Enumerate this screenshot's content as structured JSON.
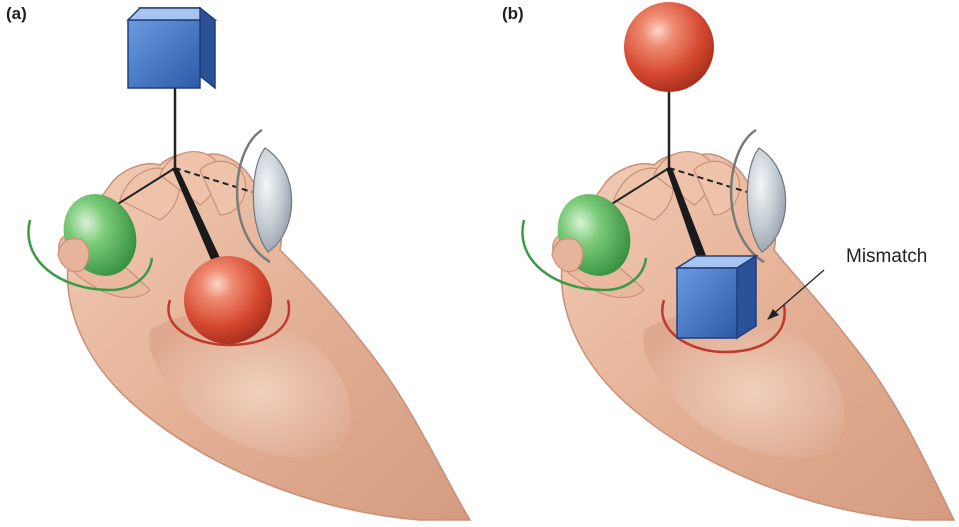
{
  "panels": [
    {
      "label": "(a)"
    },
    {
      "label": "(b)",
      "annotation": "Mismatch"
    }
  ],
  "colors": {
    "cube": "#3b6fc4",
    "sphere_red": "#d9553e",
    "ellipsoid_green": "#4fae57",
    "lens_gray": "#b9c2cc",
    "skin": "#e8b9a0",
    "ring_red": "#c0392b",
    "ring_green": "#3a9a48",
    "ring_gray": "#7a7a7a"
  }
}
